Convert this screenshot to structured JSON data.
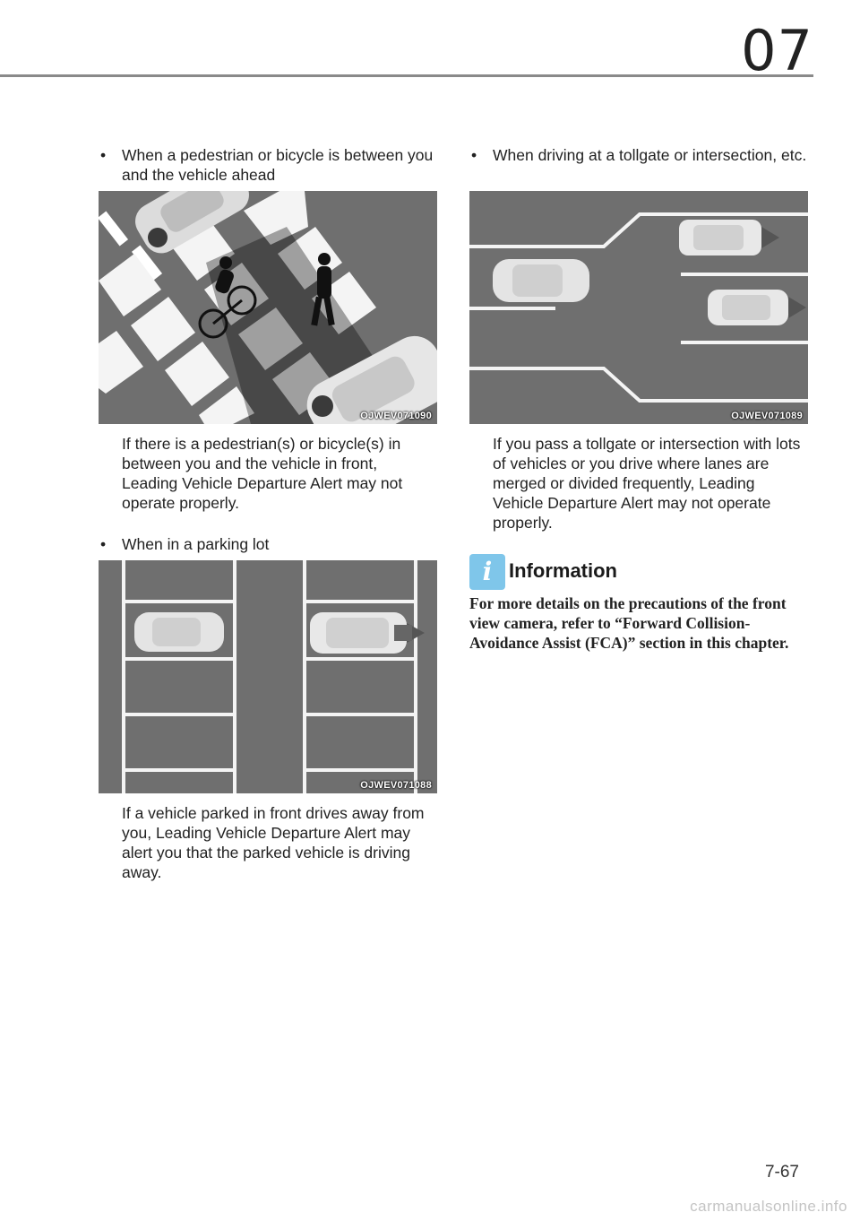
{
  "header": {
    "chapter": "07"
  },
  "footer": {
    "page": "7-67",
    "watermark": "carmanualsonline.info"
  },
  "left": {
    "item1": {
      "bullet": "•",
      "text": "When a pedestrian or bicycle is between you and the vehicle ahead",
      "figure_code": "OJWEV071090",
      "description": "If there is a pedestrian(s) or bicycle(s) in between you and the vehicle in front, Leading Vehicle Departure Alert may not operate properly."
    },
    "item2": {
      "bullet": "•",
      "text": "When in a parking lot",
      "figure_code": "OJWEV071088",
      "description": "If a vehicle parked in front drives away from you, Leading Vehicle Departure Alert may alert you that the parked vehicle is driving away."
    }
  },
  "right": {
    "item3": {
      "bullet": "•",
      "text": "When driving at a tollgate or intersection, etc.",
      "figure_code": "OJWEV071089",
      "description": "If you pass a tollgate or intersection with lots of vehicles or you drive where lanes are merged or divided frequently, Leading Vehicle Departure Alert may not operate properly."
    },
    "info": {
      "icon": "info-icon",
      "icon_glyph": "i",
      "title": "Information",
      "body": "For more details on the precautions of the front view camera, refer to “Forward Collision-Avoidance Assist (FCA)” section in this chapter."
    }
  },
  "colors": {
    "road": "#6d6d6d",
    "marking": "#ffffff",
    "info_accent": "#7fc6ea",
    "rule": "#8a8a8a"
  }
}
